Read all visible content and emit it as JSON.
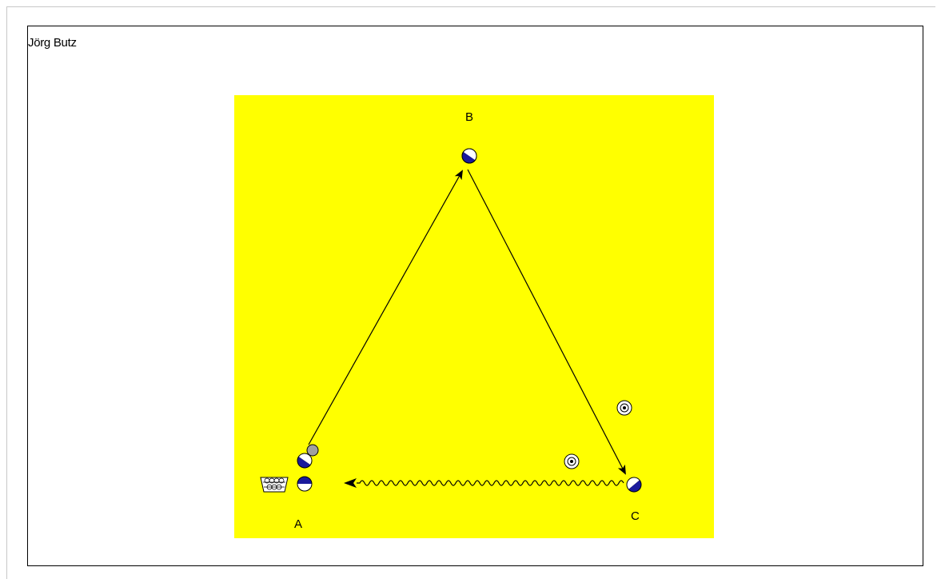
{
  "author": "Jörg Butz",
  "colors": {
    "field": "#ffff00",
    "player_fill": "#ffffff",
    "player_accent": "#1a1a9c",
    "ball": "#a0a0a0",
    "line": "#000000"
  },
  "positions": [
    {
      "id": "A",
      "label": "A"
    },
    {
      "id": "B",
      "label": "B"
    },
    {
      "id": "C",
      "label": "C"
    }
  ],
  "icons": [
    "player-icon",
    "ball-icon",
    "ball-basket-icon",
    "cone-icon"
  ]
}
